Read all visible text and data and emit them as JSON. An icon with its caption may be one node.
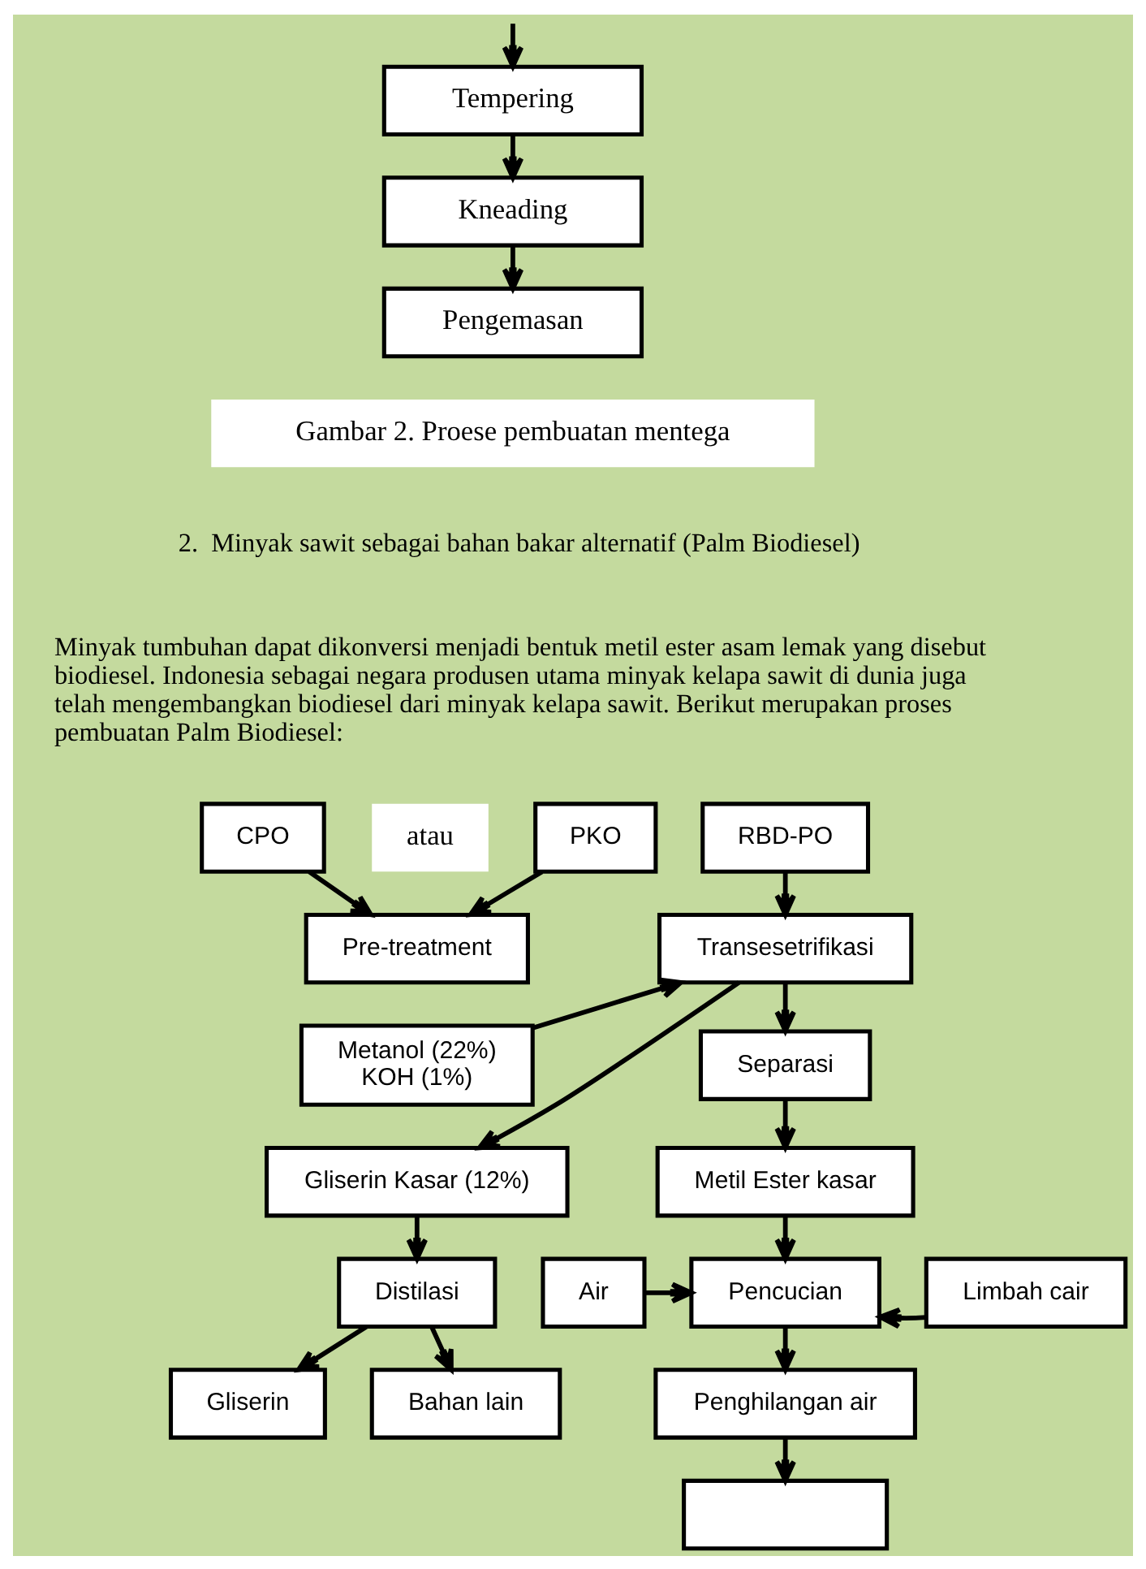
{
  "diagram": {
    "nodes": [
      {
        "text": [
          "Tempering"
        ]
      },
      {
        "text": [
          "Kneading"
        ]
      },
      {
        "text": [
          "Pengemasan"
        ]
      },
      {
        "text": [
          "CPO"
        ]
      },
      {
        "text": [
          "atau"
        ]
      },
      {
        "text": [
          "PKO"
        ]
      },
      {
        "text": [
          "RBD-PO"
        ]
      },
      {
        "text": [
          "Pre-treatment"
        ]
      },
      {
        "text": [
          "Transesetrifikasi"
        ]
      },
      {
        "text": [
          "Metanol (22%)",
          "KOH (1%)"
        ]
      },
      {
        "text": [
          "Separasi"
        ]
      },
      {
        "text": [
          "Gliserin Kasar (12%)"
        ]
      },
      {
        "text": [
          "Metil Ester kasar"
        ]
      },
      {
        "text": [
          "Distilasi"
        ]
      },
      {
        "text": [
          "Air"
        ]
      },
      {
        "text": [
          "Pencucian"
        ]
      },
      {
        "text": [
          "Limbah cair"
        ]
      },
      {
        "text": [
          "Bahan lain"
        ]
      },
      {
        "text": [
          "Gliserin"
        ]
      },
      {
        "text": [
          "Penghilangan air"
        ]
      },
      {
        "text": [],
        "shape": "box"
      }
    ],
    "edges": [
      {
        "from": null,
        "to": 0,
        "arrow": "to"
      },
      {
        "from": 0,
        "to": 1,
        "arrow": "to"
      },
      {
        "from": 1,
        "to": 2,
        "arrow": "to"
      },
      {
        "from": 3,
        "to": 7,
        "arrow": "to"
      },
      {
        "from": 5,
        "to": 7,
        "arrow": "to"
      },
      {
        "from": 6,
        "to": 8,
        "arrow": "to"
      },
      {
        "from": 9,
        "to": 8,
        "arrow": "to"
      },
      {
        "from": 8,
        "to": 11,
        "arrow": "to"
      },
      {
        "from": 8,
        "to": 10,
        "arrow": "to"
      },
      {
        "from": 10,
        "to": 12,
        "arrow": "to"
      },
      {
        "from": 11,
        "to": 13,
        "arrow": "to"
      },
      {
        "from": 12,
        "to": 15,
        "arrow": "to"
      },
      {
        "from": 14,
        "to": 15,
        "arrow": "to"
      },
      {
        "from": 16,
        "to": 15,
        "arrow": "to"
      },
      {
        "from": 13,
        "to": 17,
        "arrow": "to"
      },
      {
        "from": 13,
        "to": 18,
        "arrow": "to"
      },
      {
        "from": 15,
        "to": 19,
        "arrow": "to"
      },
      {
        "from": 19,
        "to": 20,
        "arrow": "to"
      }
    ],
    "labels": [
      "Gambar 2. Proese pembuatan mentega",
      "2.  Minyak sawit sebagai bahan bakar alternatif (Palm Biodiesel)",
      "Minyak tumbuhan dapat dikonversi menjadi bentuk metil ester asam lemak yang disebut biodiesel. Indonesia sebagai negara produsen utama minyak kelapa sawit di dunia juga telah mengembangkan biodiesel dari minyak kelapa sawit. Berikut merupakan proses pembuatan Palm Biodiesel:"
    ]
  }
}
